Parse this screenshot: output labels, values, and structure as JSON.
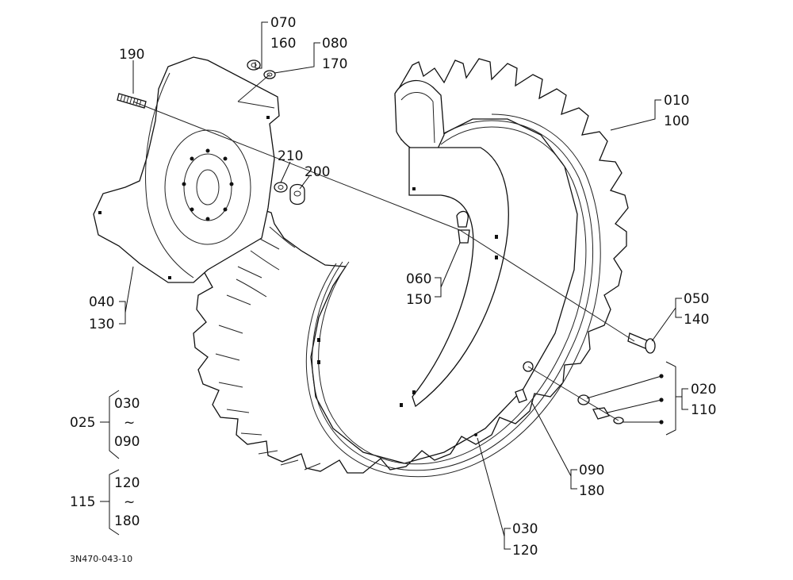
{
  "diagram": {
    "drawing_number": "3N470-043-10",
    "callouts": {
      "c190": "190",
      "c070": "070",
      "c160": "160",
      "c080": "080",
      "c170": "170",
      "c010": "010",
      "c100": "100",
      "c210": "210",
      "c200": "200",
      "c060": "060",
      "c150": "150",
      "c040": "040",
      "c130": "130",
      "c050": "050",
      "c140": "140",
      "c020": "020",
      "c110": "110",
      "c090": "090",
      "c180": "180",
      "c030": "030",
      "c120": "120"
    },
    "range_groups": [
      {
        "code": "025",
        "from": "030",
        "sep": "~",
        "to": "090"
      },
      {
        "code": "115",
        "from": "120",
        "sep": "~",
        "to": "180"
      }
    ]
  }
}
